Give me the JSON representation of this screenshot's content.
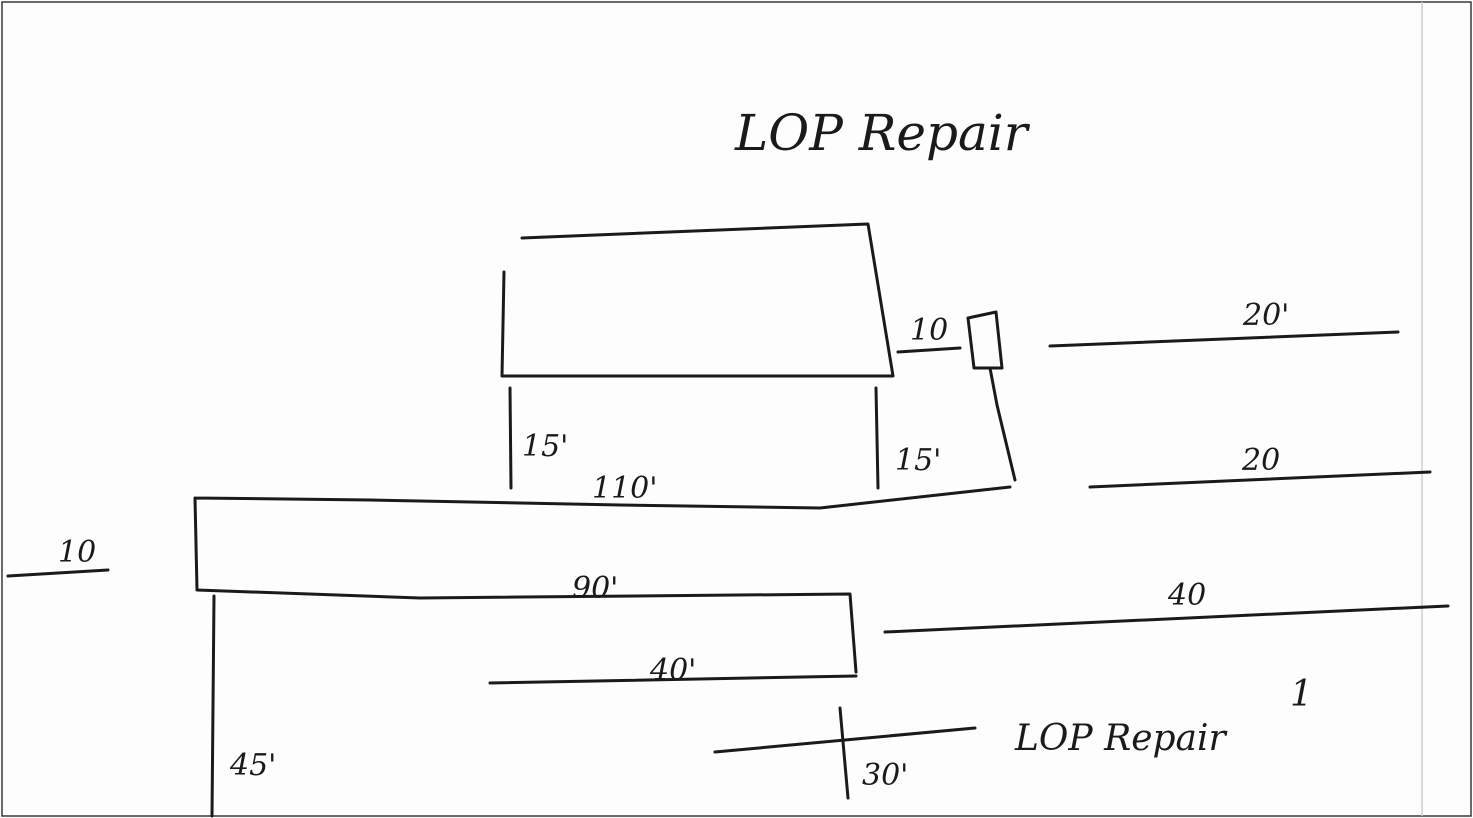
{
  "title": "LOP Repair",
  "footer_label": "LOP Repair",
  "footer_mark": "1",
  "dimensions": {
    "top_box_gap": "10",
    "upper_line_right": "20'",
    "middle_line_right": "20",
    "left_stub": "10",
    "post_left": "15'",
    "post_right": "15'",
    "long_run": "110'",
    "mid_bar": "90'",
    "lower_line_right": "40",
    "bottom_bar": "40'",
    "left_drop": "45'",
    "bottom_tick": "30'"
  }
}
